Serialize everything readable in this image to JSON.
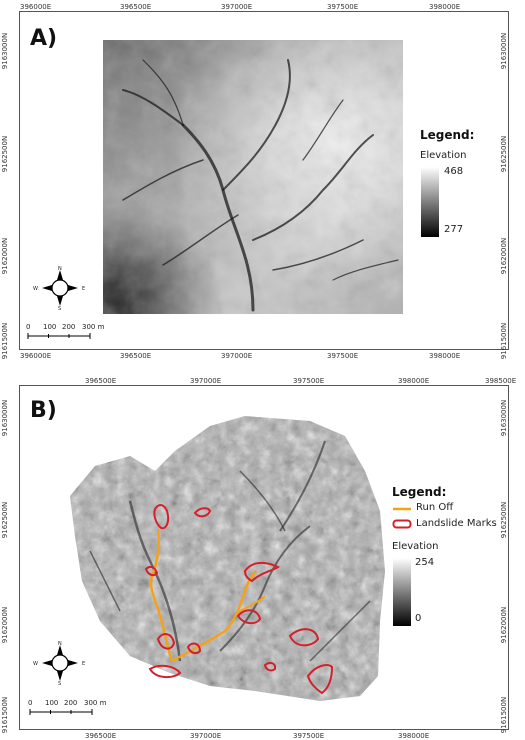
{
  "panel_a": {
    "label": "A)",
    "x_ticks": [
      "396000E",
      "396500E",
      "397000E",
      "397500E",
      "398000E"
    ],
    "y_ticks": [
      "9163000N",
      "9162500N",
      "9162000N",
      "9161500N"
    ],
    "legend": {
      "title": "Legend:",
      "elevation_label": "Elevation",
      "max": "468",
      "min": "277"
    },
    "scale": {
      "labels": [
        "0",
        "100",
        "200",
        "300 m"
      ]
    },
    "compass": {
      "n": "N",
      "s": "S",
      "e": "E",
      "w": "W"
    }
  },
  "panel_b": {
    "label": "B)",
    "x_ticks": [
      "396500E",
      "397000E",
      "397500E",
      "398000E",
      "398500E"
    ],
    "y_ticks": [
      "9163000N",
      "9162500N",
      "9162000N",
      "9161500N"
    ],
    "legend": {
      "title": "Legend:",
      "run_off": "Run Off",
      "landslide": "Landslide Marks",
      "elevation_label": "Elevation",
      "max": "254",
      "min": "0"
    },
    "scale": {
      "labels": [
        "0",
        "100",
        "200",
        "300 m"
      ]
    },
    "compass": {
      "n": "N",
      "s": "S",
      "e": "E",
      "w": "W"
    },
    "colors": {
      "run_off": "#f5a21b",
      "landslide": "#d4202a"
    }
  }
}
